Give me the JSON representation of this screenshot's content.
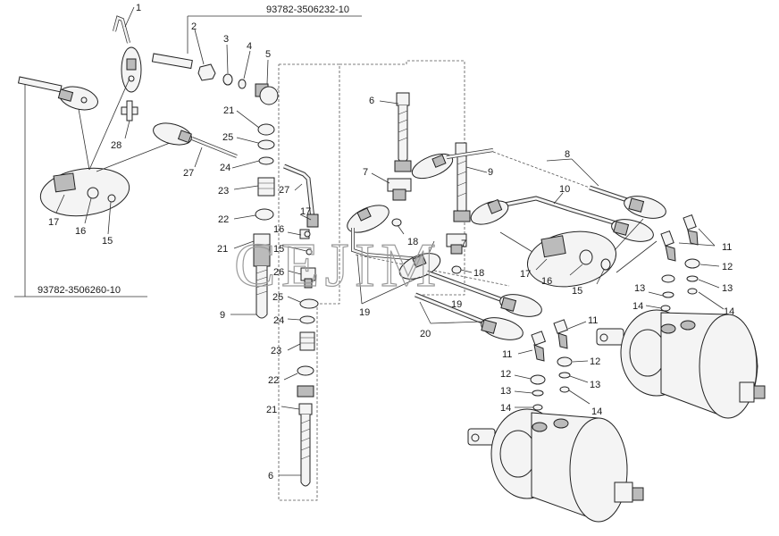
{
  "assemblies": {
    "top": "93782-3506232-10",
    "bottom": "93782-3506260-10"
  },
  "watermark": "CEJIM",
  "callouts": [
    {
      "id": "c1",
      "text": "1"
    },
    {
      "id": "c2",
      "text": "2"
    },
    {
      "id": "c3",
      "text": "3"
    },
    {
      "id": "c4",
      "text": "4"
    },
    {
      "id": "c5",
      "text": "5"
    },
    {
      "id": "c21a",
      "text": "21"
    },
    {
      "id": "c25a",
      "text": "25"
    },
    {
      "id": "c24a",
      "text": "24"
    },
    {
      "id": "c27a",
      "text": "27"
    },
    {
      "id": "c28",
      "text": "28"
    },
    {
      "id": "c23a",
      "text": "23"
    },
    {
      "id": "c27b",
      "text": "27"
    },
    {
      "id": "c22a",
      "text": "22"
    },
    {
      "id": "c16a",
      "text": "16"
    },
    {
      "id": "c17a",
      "text": "17"
    },
    {
      "id": "c21b",
      "text": "21"
    },
    {
      "id": "c15a",
      "text": "15"
    },
    {
      "id": "c26",
      "text": "26"
    },
    {
      "id": "c25b",
      "text": "25"
    },
    {
      "id": "c9a",
      "text": "9"
    },
    {
      "id": "c24b",
      "text": "24"
    },
    {
      "id": "c23b",
      "text": "23"
    },
    {
      "id": "c22b",
      "text": "22"
    },
    {
      "id": "c21c",
      "text": "21"
    },
    {
      "id": "c6a",
      "text": "6"
    },
    {
      "id": "c17b",
      "text": "17"
    },
    {
      "id": "c16b",
      "text": "16"
    },
    {
      "id": "c15b",
      "text": "15"
    },
    {
      "id": "c6b",
      "text": "6"
    },
    {
      "id": "c7a",
      "text": "7"
    },
    {
      "id": "c9b",
      "text": "9"
    },
    {
      "id": "c8",
      "text": "8"
    },
    {
      "id": "c10",
      "text": "10"
    },
    {
      "id": "c18a",
      "text": "18"
    },
    {
      "id": "c7b",
      "text": "7"
    },
    {
      "id": "c18b",
      "text": "18"
    },
    {
      "id": "c17c",
      "text": "17"
    },
    {
      "id": "c16c",
      "text": "16"
    },
    {
      "id": "c15c",
      "text": "15"
    },
    {
      "id": "c19a",
      "text": "19"
    },
    {
      "id": "c19b",
      "text": "19"
    },
    {
      "id": "c20",
      "text": "20"
    },
    {
      "id": "c11a",
      "text": "11"
    },
    {
      "id": "c12a",
      "text": "12"
    },
    {
      "id": "c13a",
      "text": "13"
    },
    {
      "id": "c13b",
      "text": "13"
    },
    {
      "id": "c14a",
      "text": "14"
    },
    {
      "id": "c14b",
      "text": "14"
    },
    {
      "id": "c11b",
      "text": "11"
    },
    {
      "id": "c11c",
      "text": "11"
    },
    {
      "id": "c12b",
      "text": "12"
    },
    {
      "id": "c12c",
      "text": "12"
    },
    {
      "id": "c13c",
      "text": "13"
    },
    {
      "id": "c13d",
      "text": "13"
    },
    {
      "id": "c14c",
      "text": "14"
    },
    {
      "id": "c14d",
      "text": "14"
    }
  ]
}
